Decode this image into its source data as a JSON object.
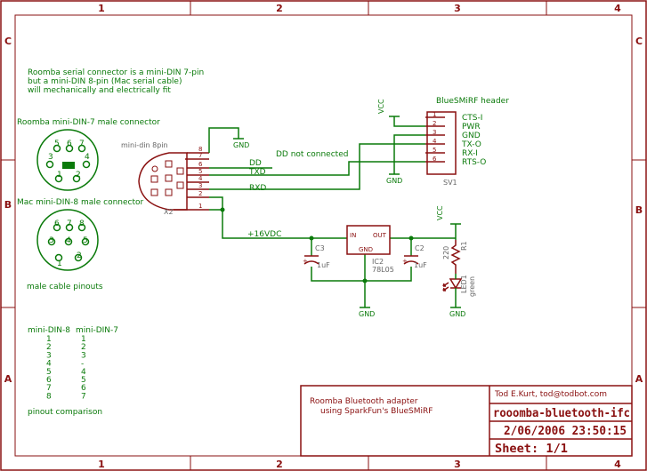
{
  "frame": {
    "cols": [
      "1",
      "2",
      "3",
      "4"
    ],
    "rows": [
      "C",
      "B",
      "A"
    ]
  },
  "notes": {
    "line1": "Roomba serial connector is a mini-DIN 7-pin",
    "line2": "but a mini-DIN 8-pin (Mac serial cable)",
    "line3": "will mechanically and electrically fit"
  },
  "din7": {
    "title": "Roomba mini-DIN-7 male connector",
    "pins": [
      "5",
      "6",
      "7",
      "3",
      "4",
      "1",
      "2"
    ]
  },
  "din8": {
    "title": "Mac mini-DIN-8 male connector",
    "pins": [
      "6",
      "7",
      "8",
      "3",
      "4",
      "5",
      "1",
      "2"
    ],
    "caption": "male cable pinouts"
  },
  "pinout_table": {
    "header_a": "mini-DIN-8",
    "header_b": "mini-DIN-7",
    "col_a": [
      "1",
      "2",
      "3",
      "4",
      "5",
      "6",
      "7",
      "8"
    ],
    "col_b": [
      "1",
      "2",
      "3",
      "-",
      "4",
      "5",
      "6",
      "7"
    ],
    "caption": "pinout comparison"
  },
  "x2": {
    "label": "mini-din 8pin",
    "ref": "X2",
    "pin_numbers": [
      "8",
      "7",
      "6",
      "5",
      "4",
      "3",
      "2",
      "1"
    ]
  },
  "nets": {
    "dd": "DD",
    "txd": "TXD",
    "rxd": "RXD",
    "dd_note": "DD not connected",
    "v16": "+16VDC",
    "gnd": "GND",
    "vcc": "VCC"
  },
  "sv1": {
    "title": "BlueSMiRF header",
    "ref": "SV1",
    "pin_numbers": [
      "1",
      "2",
      "3",
      "4",
      "5",
      "6"
    ],
    "pin_labels": [
      "CTS-I",
      "PWR",
      "GND",
      "TX-O",
      "RX-I",
      "RTS-O"
    ]
  },
  "ic2": {
    "ref": "IC2",
    "value": "78L05",
    "in": "IN",
    "out": "OUT",
    "gnd": "GND"
  },
  "c3": {
    "ref": "C3",
    "value": "1uF"
  },
  "c2": {
    "ref": "C2",
    "value": "1uF"
  },
  "r1": {
    "ref": "R1",
    "value": "220"
  },
  "led1": {
    "ref": "LED1",
    "value": "green"
  },
  "title_block": {
    "description_1": "Roomba Bluetooth adapter",
    "description_2": "using SparkFun's BlueSMiRF",
    "author": "Tod E.Kurt, tod@todbot.com",
    "filename": "rooomba-bluetooth-ifc",
    "date": "2/06/2006 23:50:15",
    "sheet": "Sheet: 1/1"
  }
}
